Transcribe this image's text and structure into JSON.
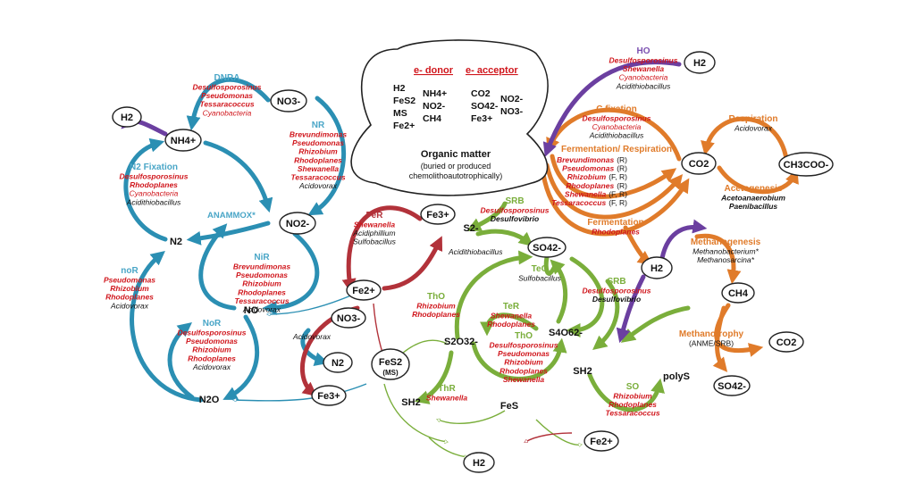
{
  "colors": {
    "nitrogen": "#2b8fb3",
    "nitrogen_label": "#4aa6c7",
    "iron": "#b2323a",
    "sulfur": "#7aae3b",
    "carbon": "#e07b2a",
    "hydrogen": "#6b3fa0",
    "hydrogen_label": "#7a4fb0",
    "genus_red": "#d0161c",
    "genus_black": "#111111",
    "genus_plain_red": "#d0161c"
  },
  "center": {
    "donor_title": "e- donor",
    "acceptor_title": "e- acceptor",
    "donors_col1": [
      "H2",
      "FeS2",
      "MS",
      "Fe2+"
    ],
    "donors_col2": [
      "NH4+",
      "NO2-",
      "CH4"
    ],
    "acceptors_col1": [
      "CO2",
      "SO42-",
      "Fe3+"
    ],
    "acceptors_col2": [
      "NO2-",
      "NO3-"
    ],
    "organic_title": "Organic matter",
    "organic_sub1": "(buried or produced",
    "organic_sub2": "chemolithoautotrophically)"
  },
  "nodes": {
    "h2_topleft": "H2",
    "nh4": "NH4+",
    "no3_top": "NO3-",
    "no2": "NO2-",
    "n2": "N2",
    "no": "NO",
    "n2o": "N2O",
    "no3_mid": "NO3-",
    "n2_mid": "N2",
    "fe2": "Fe2+",
    "fe3_mid": "Fe3+",
    "fe3_bottom": "Fe3+",
    "fes2": "FeS2",
    "fes2_sub": "(MS)",
    "s2": "S2-",
    "so4": "SO42-",
    "s2o3": "S2O32-",
    "s4o6": "S4O62-",
    "sh2_left": "SH2",
    "sh2_right": "SH2",
    "fes": "FeS",
    "h2_bottom": "H2",
    "fe2_bottom": "Fe2+",
    "polys": "polyS",
    "so4_bottom": "SO42-",
    "h2_topright": "H2",
    "co2": "CO2",
    "ch3coo": "CH3COO-",
    "h2_right": "H2",
    "ch4": "CH4",
    "co2_right": "CO2"
  },
  "processes": {
    "dnra": {
      "title": "DNRA",
      "bold": [
        "Desulfosporosinus",
        "Pseudomonas",
        "Tessaracoccus"
      ],
      "plain_red": [
        "Cyanobacteria"
      ]
    },
    "nr": {
      "title": "NR",
      "bold": [
        "Brevundimonas",
        "Pseudomonas",
        "Rhizobium",
        "Rhodoplanes",
        "Shewanella",
        "Tessaracoccus"
      ],
      "black": [
        "Acidovorax"
      ]
    },
    "n2fix": {
      "title": "N2 Fixation",
      "bold": [
        "Desulfosporosinus",
        "Rhodoplanes"
      ],
      "plain_red": [
        "Cyanobacteria"
      ],
      "black": [
        "Acidithiobacillus"
      ]
    },
    "anammox": "ANAMMOX*",
    "nir": {
      "title": "NiR",
      "bold": [
        "Brevundimonas",
        "Pseudomonas",
        "Rhizobium",
        "Rhodoplanes",
        "Tessaracoccus"
      ],
      "black": [
        "Acidovorax"
      ]
    },
    "nor_low": {
      "title": "noR",
      "bold": [
        "Pseudomonas",
        "Rhizobium",
        "Rhodoplanes"
      ],
      "black": [
        "Acidovorax"
      ]
    },
    "nor": {
      "title": "NoR",
      "bold": [
        "Desulfosporosinus",
        "Pseudomonas",
        "Rhizobium",
        "Rhodoplanes"
      ],
      "black": [
        "Acidovorax"
      ]
    },
    "fer": {
      "title": "FeR",
      "bold": [
        "Shewanella"
      ],
      "black": [
        "Acidiphillium",
        "Sulfobacillus"
      ]
    },
    "acidovorax_mid": "Acidovorax",
    "srb_top": {
      "title": "SRB",
      "bold": [
        "Desulfosporosinus"
      ],
      "black_bold": [
        "Desulfovibrio"
      ]
    },
    "acidithio_mid": "Acidithiobacillus",
    "teo": {
      "title": "TeO",
      "black": [
        "Sulfobacillus"
      ]
    },
    "srb_right": {
      "title": "SRB",
      "bold": [
        "Desulfosporosinus"
      ],
      "black_bold": [
        "Desulfovibrio"
      ]
    },
    "tho_left": {
      "title": "ThO",
      "bold": [
        "Rhizobium",
        "Rhodoplanes"
      ]
    },
    "ter": {
      "title": "TeR",
      "bold": [
        "Shewanella",
        "Rhodoplanes"
      ]
    },
    "tho_center": {
      "title": "ThO",
      "bold": [
        "Desulfosporosinus",
        "Pseudomonas",
        "Rhizobium",
        "Rhodoplanes",
        "Shewanella"
      ]
    },
    "thr": {
      "title": "ThR",
      "bold": [
        "Shewanella"
      ]
    },
    "so": {
      "title": "SO",
      "bold": [
        "Rhizobium",
        "Rhodoplanes",
        "Tessaracoccus"
      ]
    },
    "ho": {
      "title": "HO",
      "bold": [
        "Desulfosporosinus",
        "Shewanella"
      ],
      "plain_red": [
        "Cyanobacteria"
      ],
      "black": [
        "Acidithiobacillus"
      ]
    },
    "cfix": {
      "title": "C fixation",
      "bold": [
        "Desulfosporosinus"
      ],
      "plain_red": [
        "Cyanobacteria"
      ],
      "black": [
        "Acidithiobacillus"
      ]
    },
    "ferm_resp": {
      "title": "Fermentation/ Respiration",
      "items": [
        {
          "name": "Brevundimonas",
          "tag": "(R)"
        },
        {
          "name": "Pseudomonas",
          "tag": "(R)"
        },
        {
          "name": "Rhizobium",
          "tag": "(F, R)"
        },
        {
          "name": "Rhodoplanes",
          "tag": "(R)"
        },
        {
          "name": "Shewanella",
          "tag": "(F, R)"
        },
        {
          "name": "Tessaracoccus",
          "tag": "(F, R)"
        }
      ]
    },
    "fermentation": {
      "title": "Fermentation",
      "bold": [
        "Rhodoplanes"
      ]
    },
    "respiration": {
      "title": "Respiration",
      "black": [
        "Acidovorax"
      ]
    },
    "acetogenesis": {
      "title": "Acetogenesis",
      "black_bold": [
        "Acetoanaerobium",
        "Paenibacillus"
      ]
    },
    "methanogenesis": {
      "title": "Methanogenesis",
      "black": [
        "Methanobacterium*",
        "Methanosarcina*"
      ]
    },
    "methanotrophy": {
      "title": "Methanotrophy",
      "sub": "(ANME/SRB)"
    }
  }
}
